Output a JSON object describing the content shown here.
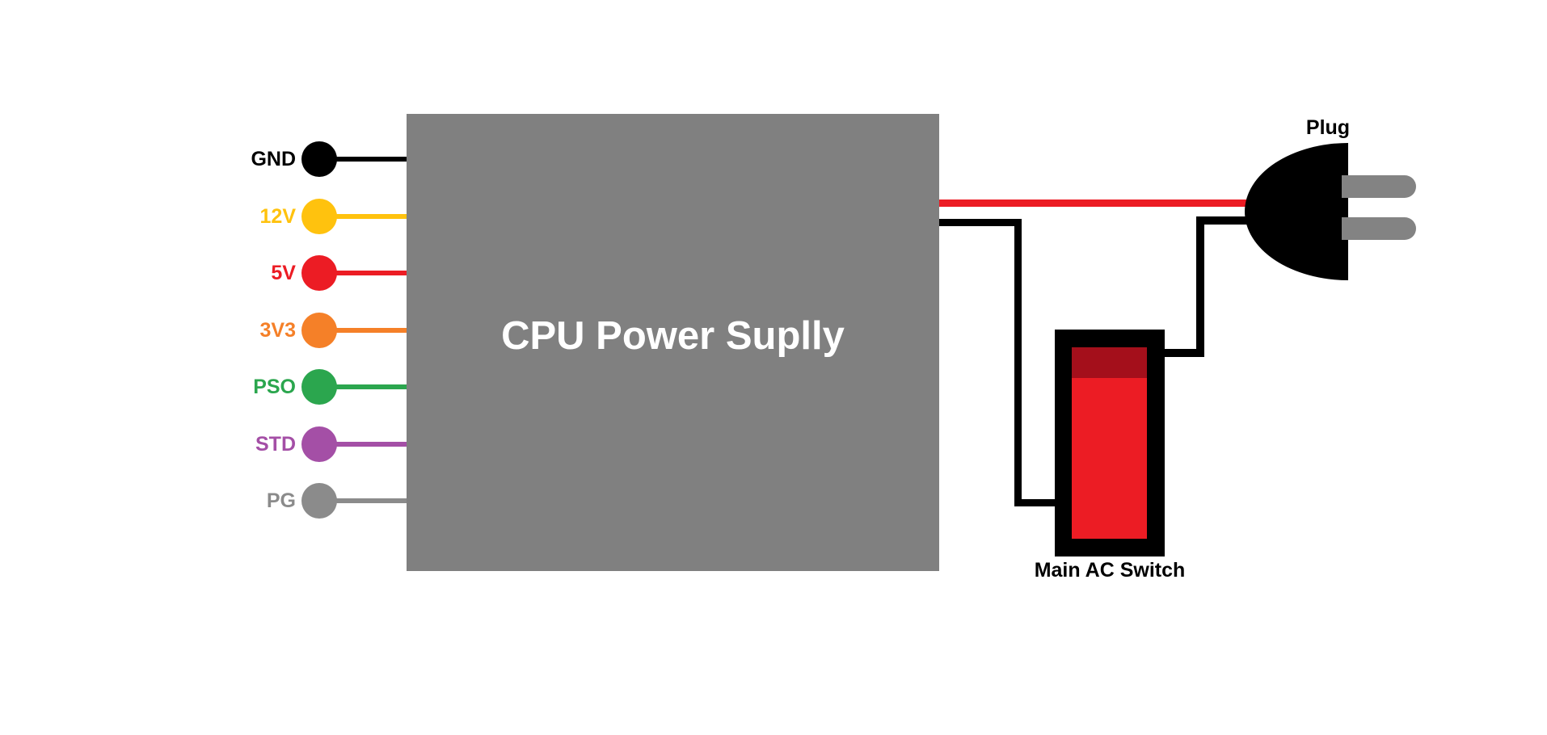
{
  "diagram": {
    "box_label": "CPU Power Suplly",
    "plug_label": "Plug",
    "switch_label": "Main AC Switch"
  },
  "pins": [
    {
      "id": "gnd",
      "label": "GND",
      "color": "#000000"
    },
    {
      "id": "12v",
      "label": "12V",
      "color": "#FFC20E"
    },
    {
      "id": "5v",
      "label": "5V",
      "color": "#EC1C24"
    },
    {
      "id": "3v3",
      "label": "3V3",
      "color": "#F58028"
    },
    {
      "id": "pso",
      "label": "PSO",
      "color": "#2BA64E"
    },
    {
      "id": "std",
      "label": "STD",
      "color": "#A44FA6"
    },
    {
      "id": "pg",
      "label": "PG",
      "color": "#8B8B8B"
    }
  ],
  "colors": {
    "background": "#FFFFFF",
    "box_fill": "#808080",
    "box_text": "#FFFFFF",
    "live_wire": "#EC1C24",
    "neutral_wire": "#000000",
    "switch_frame": "#000000",
    "switch_button": "#EC1C24",
    "switch_button_shade": "#A40F1B",
    "plug_body": "#000000",
    "plug_prong": "#838383"
  }
}
